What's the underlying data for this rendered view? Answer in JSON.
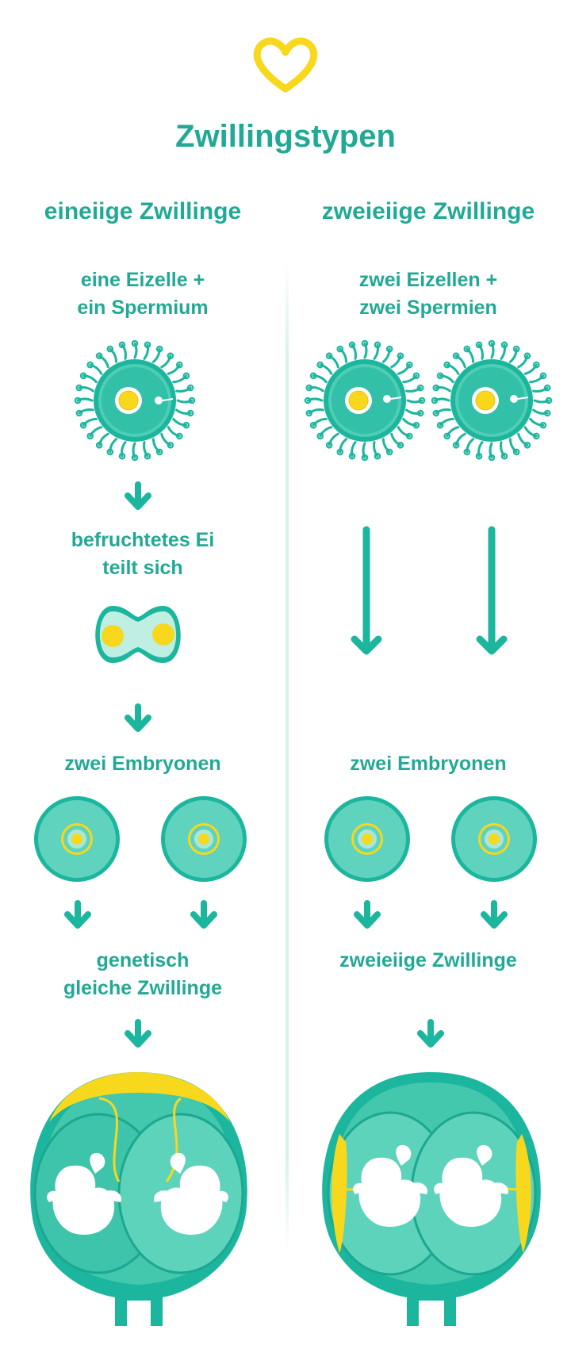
{
  "title": "Zwillingstypen",
  "left": {
    "heading": "eineiige Zwillinge",
    "step1": [
      "eine Eizelle +",
      "ein Spermium"
    ],
    "step2": [
      "befruchtetes Ei",
      "teilt sich"
    ],
    "step3": "zwei Embryonen",
    "step4": [
      "genetisch",
      "gleiche Zwillinge"
    ]
  },
  "right": {
    "heading": "zweieiige Zwillinge",
    "step1": [
      "zwei Eizellen +",
      "zwei Spermien"
    ],
    "step3": "zwei Embryonen",
    "step4": "zweieiige Zwillinge"
  },
  "colors": {
    "teal": "#1cb69e",
    "teal_light": "#4fcdb5",
    "teal_pale": "#bfeee3",
    "yellow": "#f7d81c",
    "text": "#21a995",
    "divider": "#dff3ee"
  },
  "icons": [
    "heart-logo-icon",
    "egg-cell-icon",
    "arrow-down-icon",
    "dividing-cell-icon",
    "embryo-icon",
    "womb-icon",
    "baby-icon"
  ]
}
